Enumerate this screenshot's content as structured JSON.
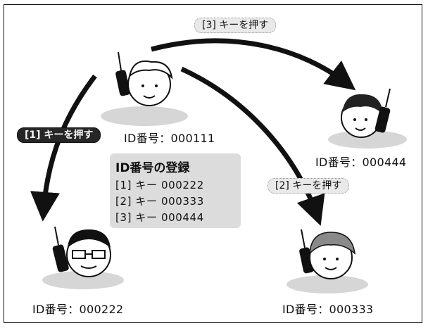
{
  "person_ids": {
    "center": "ID番号：000111",
    "right_top": "ID番号：000444",
    "left_bottom": "ID番号：000222",
    "right_bottom": "ID番号：000333"
  },
  "arrow_labels": {
    "key3": "[3] キーを押す",
    "key1": "[1] キーを押す",
    "key2": "[2] キーを押す"
  },
  "registration": {
    "title": "ID番号の登録",
    "lines": [
      "[1] キー 000222",
      "[2] キー 000333",
      "[3] キー 000444"
    ]
  }
}
